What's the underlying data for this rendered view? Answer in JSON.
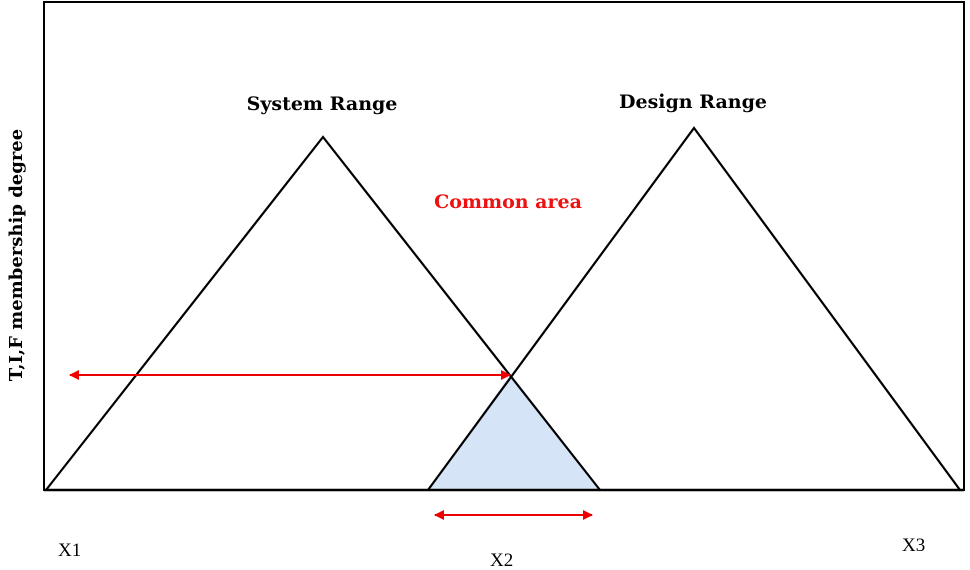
{
  "labels": {
    "y_axis": "T,I,F membership degree",
    "system_range": "System Range",
    "design_range": "Design Range",
    "common_area": "Common area",
    "x1": "X1",
    "x2": "X2",
    "x3": "X3"
  },
  "colors": {
    "line": "#000000",
    "arrow": "#ee0000",
    "common_text": "#ee1111",
    "common_fill": "#d6e4f7"
  }
}
